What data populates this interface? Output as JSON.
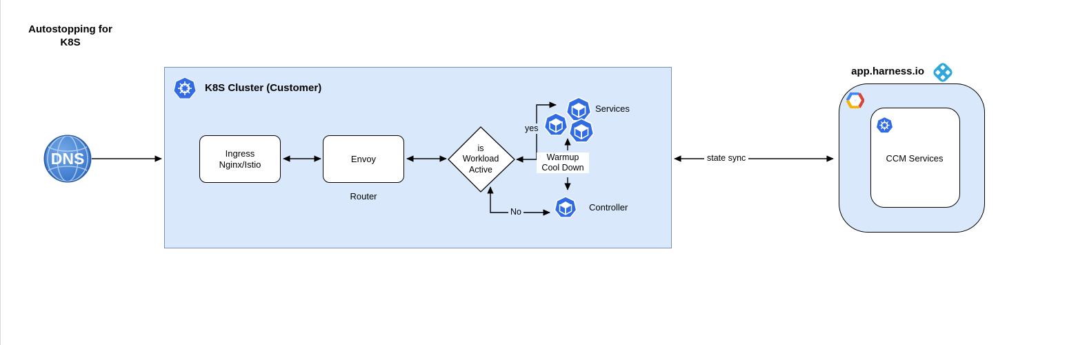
{
  "page": {
    "title": "Autostopping for\nK8S"
  },
  "dns": {
    "label": "DNS"
  },
  "cluster": {
    "title": "K8S Cluster (Customer)",
    "ingress_label": "Ingress\nNginx/Istio",
    "envoy_label": "Envoy",
    "router_caption": "Router",
    "decision_label": "is\nWorkload\nActive",
    "services_label": "Services",
    "controller_label": "Controller",
    "warmup_label": "Warmup\nCool Down",
    "yes_label": "yes",
    "no_label": "No"
  },
  "sync": {
    "label": "state sync"
  },
  "harness": {
    "domain": "app.harness.io",
    "ccm_label": "CCM Services"
  },
  "icons": {
    "dns": "dns-globe-icon",
    "kubernetes": "kubernetes-helm-icon",
    "pod": "pod-cube-icon",
    "gcp": "gcp-hexagon-icon",
    "harness": "harness-logo-icon"
  },
  "colors": {
    "cluster_fill": "#dae8fc",
    "cluster_stroke": "#7b8fb6",
    "kubernetes_blue": "#326ce5",
    "pod_blue": "#2f6be2",
    "harness_cyan": "#2ea8dc",
    "dns_blue": "#3f7fd3",
    "gcp_blue": "#4285f4",
    "gcp_red": "#db4437",
    "gcp_yellow": "#f4b400",
    "arrow": "#000000"
  }
}
